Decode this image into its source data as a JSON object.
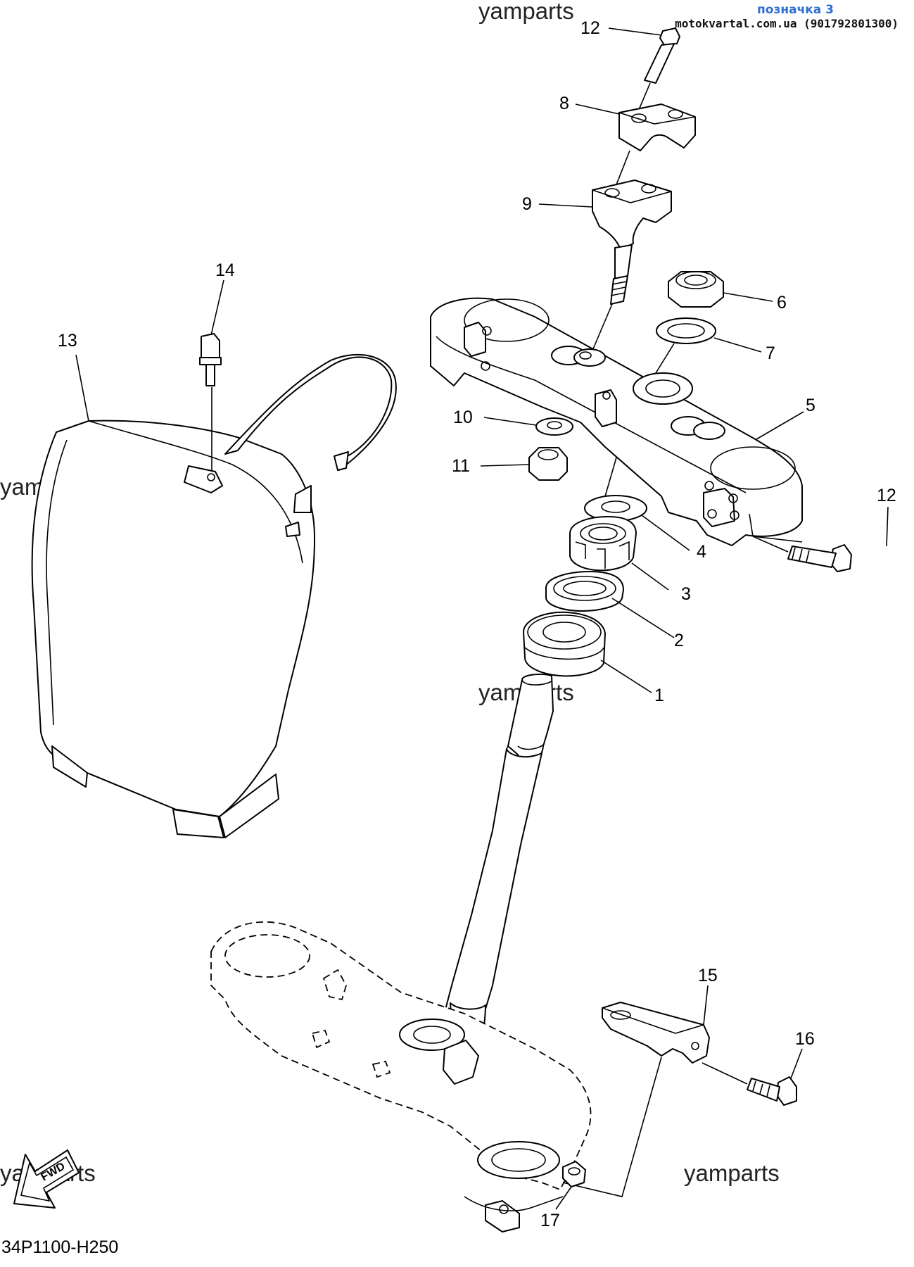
{
  "header": {
    "label": "позначка 3",
    "site": "motokvartal.com.ua (901792801300)"
  },
  "watermark": "yamparts",
  "reference_code": "34P1100-H250",
  "fwd_label": "FWD",
  "callouts": {
    "c1": "1",
    "c2": "2",
    "c3": "3",
    "c4": "4",
    "c5": "5",
    "c6": "6",
    "c7": "7",
    "c8": "8",
    "c9": "9",
    "c10": "10",
    "c11": "11",
    "c12a": "12",
    "c12b": "12",
    "c13": "13",
    "c14": "14",
    "c15": "15",
    "c16": "16",
    "c17": "17"
  }
}
